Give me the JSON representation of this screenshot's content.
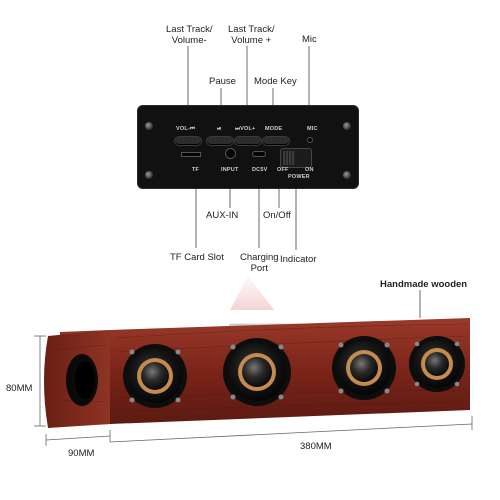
{
  "callouts": {
    "last_track_volume_minus": [
      "Last Track/",
      "Volume-"
    ],
    "last_track_volume_plus": [
      "Last Track/",
      "Volume +"
    ],
    "mic": "Mic",
    "pause": "Pause",
    "mode_key": "Mode Key",
    "aux_in": "AUX-IN",
    "on_off": "On/Off",
    "tf_card_slot": "TF Card Slot",
    "charging_port": [
      "Charging",
      "Port"
    ],
    "indicator": "Indicator",
    "handmade_wooden": "Handmade wooden"
  },
  "panel_labels": {
    "vol_minus": "VOL-",
    "prev_icon": "⏮",
    "play_icon": "⏯",
    "next_vol_plus": "⏭VOL+",
    "mode": "MODE",
    "mic": "MIC",
    "tf": "TF",
    "input": "INPUT",
    "dc5v": "DC5V",
    "off": "OFF",
    "on": "ON",
    "power": "POWER"
  },
  "dimensions": {
    "height": "80MM",
    "depth": "90MM",
    "length": "380MM"
  },
  "colors": {
    "wood_dark": "#5a1a12",
    "wood_mid": "#8a2e22",
    "panel": "#111111",
    "driver_ring": "#c58a4e"
  }
}
